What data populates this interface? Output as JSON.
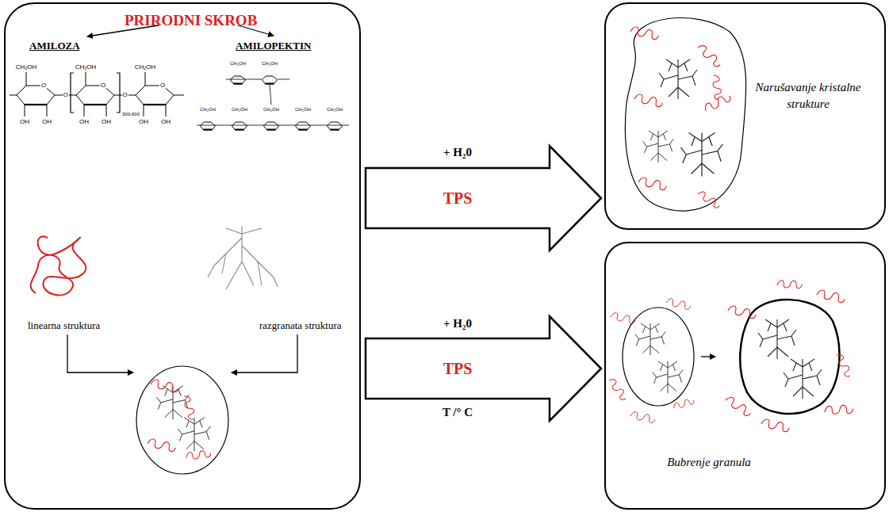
{
  "diagram": {
    "nodes": [
      {
        "text": [
          "PRIRODNI SKROB",
          "AMILOZA",
          "AMILOPEKTIN",
          "linearna struktura",
          "razgranata struktura"
        ]
      },
      {
        "text": [
          "Narušavanje kristalne strukture"
        ]
      },
      {
        "text": [
          "Bubrenje granula"
        ]
      }
    ],
    "edges": [
      {
        "from": 0,
        "to": 1,
        "label": "TPS",
        "arrow": "to"
      },
      {
        "from": 0,
        "to": 2,
        "label": "TPS",
        "arrow": "to"
      }
    ],
    "labels": [
      "+ H₂0",
      "+ H₂0",
      "T /° C",
      "CH₂OH",
      "CH₂OH",
      "CH₂OH",
      "O",
      "O",
      "O",
      "OH",
      "OH",
      "OH",
      "OH",
      "OH",
      "OH",
      "O",
      "O",
      "300-600",
      "CH₂OH",
      "CH₂OH",
      "CH₂OH",
      "CH₂OH",
      "CH₂OH",
      "CH₂OH",
      "CH₂OH"
    ]
  }
}
